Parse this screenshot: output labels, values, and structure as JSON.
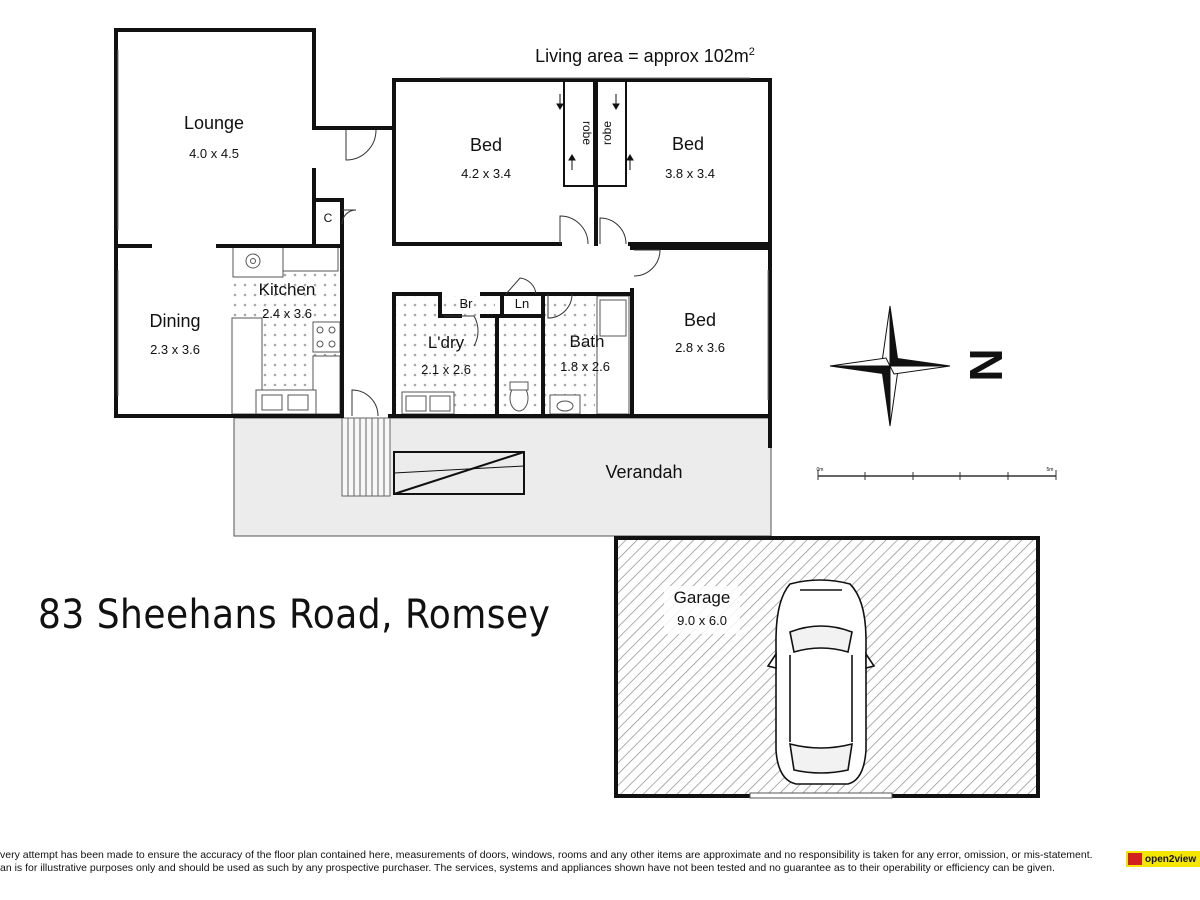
{
  "living_area": {
    "text": "Living area = approx 102m",
    "unit_sup": "2"
  },
  "rooms": {
    "lounge": {
      "name": "Lounge",
      "size": "4.0 x 4.5"
    },
    "bed1": {
      "name": "Bed",
      "size": "4.2 x 3.4"
    },
    "bed2": {
      "name": "Bed",
      "size": "3.8 x 3.4"
    },
    "bed3": {
      "name": "Bed",
      "size": "2.8 x 3.6"
    },
    "kitchen": {
      "name": "Kitchen",
      "size": "2.4 x 3.6"
    },
    "dining": {
      "name": "Dining",
      "size": "2.3 x 3.6"
    },
    "laundry": {
      "name": "L'dry",
      "size": "2.1 x 2.6"
    },
    "bath": {
      "name": "Bath",
      "size": "1.8 x 2.6"
    },
    "garage": {
      "name": "Garage",
      "size": "9.0 x 6.0"
    },
    "verandah": {
      "name": "Verandah"
    }
  },
  "small_labels": {
    "robe1": "robe",
    "robe2": "robe",
    "cupboard": "C",
    "broom": "Br",
    "linen": "Ln"
  },
  "scale": {
    "start": "0m",
    "end": "5m"
  },
  "compass": {
    "letter": "N"
  },
  "address": "83 Sheehans Road, Romsey",
  "disclaimer": {
    "line1": "very attempt has been made to ensure the accuracy of the floor plan contained here, measurements of doors, windows, rooms and any other items are approximate and no responsibility is taken for any error, omission, or mis-statement.",
    "line2": "an is for illustrative purposes only and should be used as such by any prospective purchaser. The services, systems and appliances shown have not been tested and no guarantee as to their operability or efficiency can be given."
  },
  "logo": {
    "text": "open2view"
  },
  "colors": {
    "wall": "#111111",
    "verandah": "#ececec",
    "garage_hatch": "#9a9a9a",
    "wet_dots": "#bdbdbd"
  }
}
